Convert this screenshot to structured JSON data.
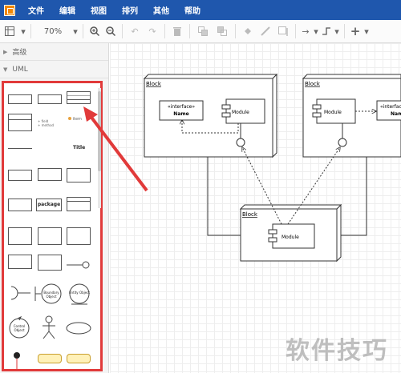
{
  "menubar": {
    "items": [
      "文件",
      "编辑",
      "视图",
      "排列",
      "其他",
      "帮助"
    ]
  },
  "toolbar": {
    "zoom": "70%"
  },
  "sidebar": {
    "sections": [
      "高级",
      "UML"
    ]
  },
  "palette": {
    "package_label": "package",
    "title_label": "Title",
    "boundary_object": "Boundary Object",
    "entity_object": "Entity Object",
    "control_object": "Control Object"
  },
  "diagram": {
    "block_label": "Block",
    "interface_label": "«interface»",
    "interface_name": "Name",
    "module_label": "Module"
  },
  "watermark": "软件技巧",
  "colors": {
    "menubar": "#1f57ad",
    "highlight": "#e13a3a"
  }
}
